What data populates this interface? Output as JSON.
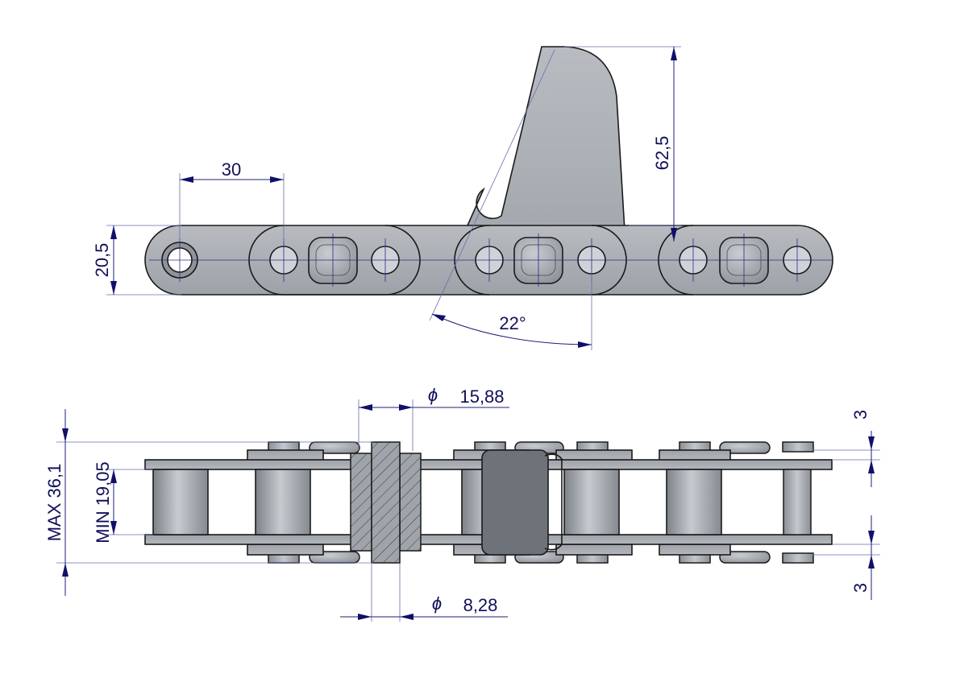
{
  "top_view": {
    "dim_pitch": "30",
    "dim_height": "20,5",
    "dim_lug_height": "62,5",
    "dim_angle": "22°"
  },
  "side_view": {
    "dim_roller_dia": "15,88",
    "dim_pin_dia": "8,28",
    "dim_max_width": "MAX 36,1",
    "dim_min_width": "MIN 19,05",
    "dim_top_offset": "3",
    "dim_bottom_offset": "3",
    "diameter_symbol": "ϕ"
  },
  "colors": {
    "line": "#1a1a1a",
    "dimension": "#10105a",
    "steel": "#a2a7ad"
  }
}
